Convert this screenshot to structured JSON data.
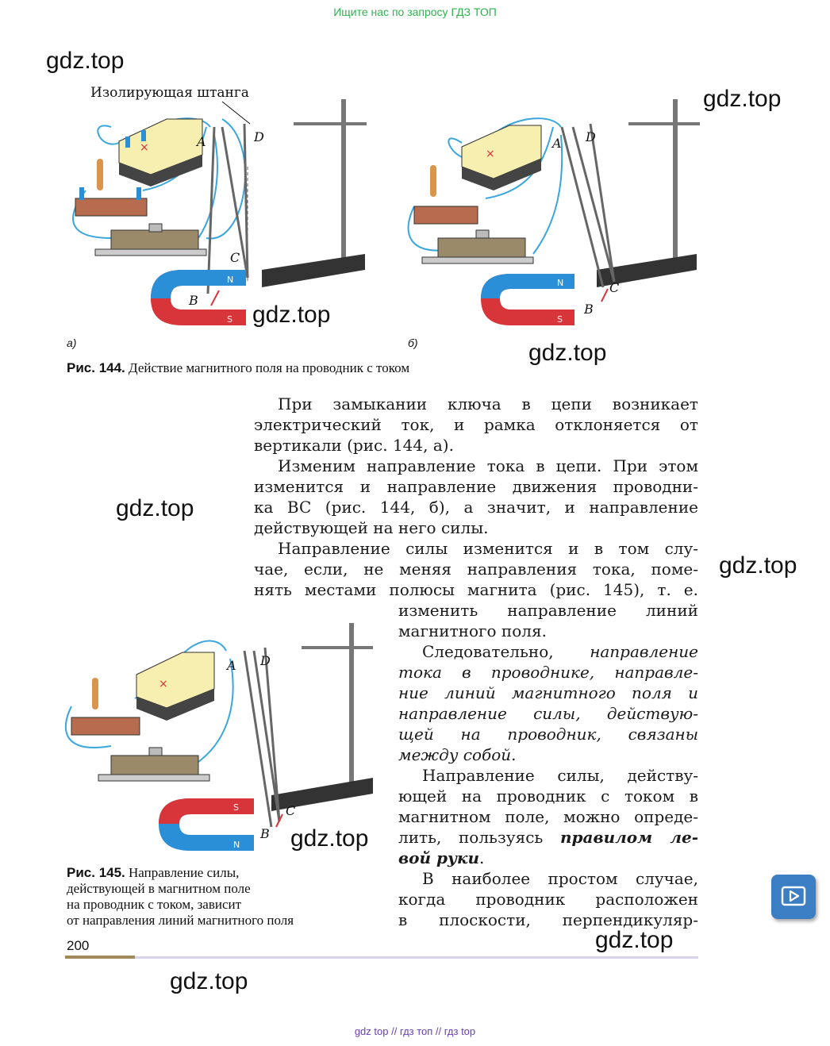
{
  "top_banner": "Ищите нас по запросу ГДЗ ТОП",
  "watermarks": [
    "gdz.top",
    "gdz.top",
    "gdz.top",
    "gdz.top",
    "gdz.top",
    "gdz.top",
    "gdz.top",
    "gdz.top",
    "gdz.top"
  ],
  "fig144": {
    "callout": "Изолирующая штанга",
    "panel_a": "а)",
    "panel_b": "б)",
    "points": {
      "A": "A",
      "B": "B",
      "C": "C",
      "D": "D"
    },
    "pole_n": "N",
    "pole_s": "S",
    "caption_num": "Рис. 144.",
    "caption_text": " Действие магнитного поля на проводник с током"
  },
  "fig145": {
    "caption_num": "Рис. 145.",
    "caption_lines": [
      " Направление силы,",
      "действующей в магнитном поле",
      "на проводник с током, зависит",
      "от направления линий магнитного поля"
    ]
  },
  "text": {
    "p1": [
      "При замыкании ключа в цепи возникает",
      "электрический ток, и рамка отклоняется от",
      "вертикали (рис. 144, а)."
    ],
    "p2": [
      "Изменим направление тока в цепи. При этом",
      "изменится и направление движения проводни-",
      "ка BC (рис. 144, б), а значит, и направление",
      "действующей на него силы."
    ],
    "p3": [
      "Направление силы изменится и в том слу-",
      "чае, если, не меняя направления тока, поме-",
      "нять местами полюсы магнита (рис. 145), т. е."
    ],
    "p3_narrow": [
      "изменить направление линий",
      "магнитного поля."
    ],
    "p4_lead": "Следовательно, ",
    "p4_italic": [
      "направление",
      "тока в проводнике, направле-",
      "ние линий магнитного поля и",
      "направление силы, действую-",
      "щей на проводник, связаны",
      "между собой"
    ],
    "p4_end": ".",
    "p5": [
      "Направление силы, действу-",
      "ющей на проводник с током в",
      "магнитном поле, можно опреде-",
      "лить, пользуясь "
    ],
    "p5_bold": [
      "правилом ле-",
      "вой руки"
    ],
    "p6": [
      "В наиболее простом случае,",
      "когда проводник расположен",
      "в плоскости, перпендикуляр-"
    ]
  },
  "page_number": "200",
  "footer": "gdz top  //  гдз топ  //  гдз top",
  "colors": {
    "banner": "#2fb24f",
    "magnet_red": "#d8353a",
    "magnet_blue": "#2a8fd6",
    "wire": "#3aa6dc",
    "video_btn": "#3c7ec4",
    "footer_link": "#6a3fb5"
  },
  "icons": {
    "video": "play-video-icon"
  }
}
